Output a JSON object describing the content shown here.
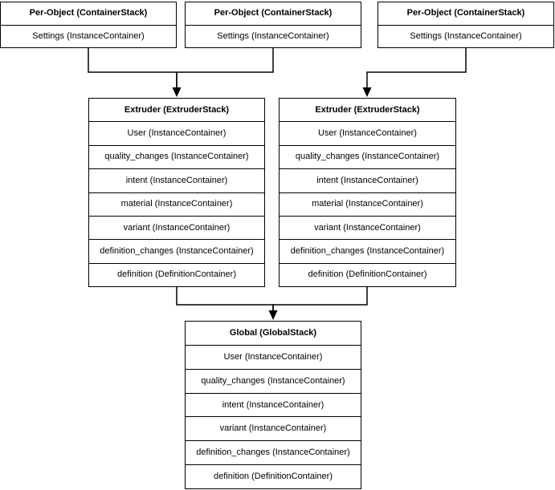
{
  "diagram": {
    "colors": {
      "background": "#ffffff",
      "stroke": "#000000",
      "text": "#000000"
    },
    "boxes": {
      "per_object_1": {
        "title": "Per-Object (ContainerStack)",
        "rows": [
          "Settings (InstanceContainer)"
        ]
      },
      "per_object_2": {
        "title": "Per-Object (ContainerStack)",
        "rows": [
          "Settings (InstanceContainer)"
        ]
      },
      "per_object_3": {
        "title": "Per-Object (ContainerStack)",
        "rows": [
          "Settings (InstanceContainer)"
        ]
      },
      "extruder_1": {
        "title": "Extruder (ExtruderStack)",
        "rows": [
          "User (InstanceContainer)",
          "quality_changes (InstanceContainer)",
          "intent (InstanceContainer)",
          "material (InstanceContainer)",
          "variant (InstanceContainer)",
          "definition_changes (InstanceContainer)",
          "definition (DefinitionContainer)"
        ]
      },
      "extruder_2": {
        "title": "Extruder (ExtruderStack)",
        "rows": [
          "User (InstanceContainer)",
          "quality_changes (InstanceContainer)",
          "intent (InstanceContainer)",
          "material (InstanceContainer)",
          "variant (InstanceContainer)",
          "definition_changes (InstanceContainer)",
          "definition (DefinitionContainer)"
        ]
      },
      "global": {
        "title": "Global (GlobalStack)",
        "rows": [
          "User (InstanceContainer)",
          "quality_changes (InstanceContainer)",
          "intent (InstanceContainer)",
          "variant (InstanceContainer)",
          "definition_changes (InstanceContainer)",
          "definition (DefinitionContainer)"
        ]
      }
    },
    "connectors": [
      {
        "from": "per_object_1",
        "to": "extruder_1"
      },
      {
        "from": "per_object_2",
        "to": "extruder_1"
      },
      {
        "from": "per_object_3",
        "to": "extruder_2"
      },
      {
        "from": "extruder_1",
        "to": "global"
      },
      {
        "from": "extruder_2",
        "to": "global"
      }
    ]
  }
}
